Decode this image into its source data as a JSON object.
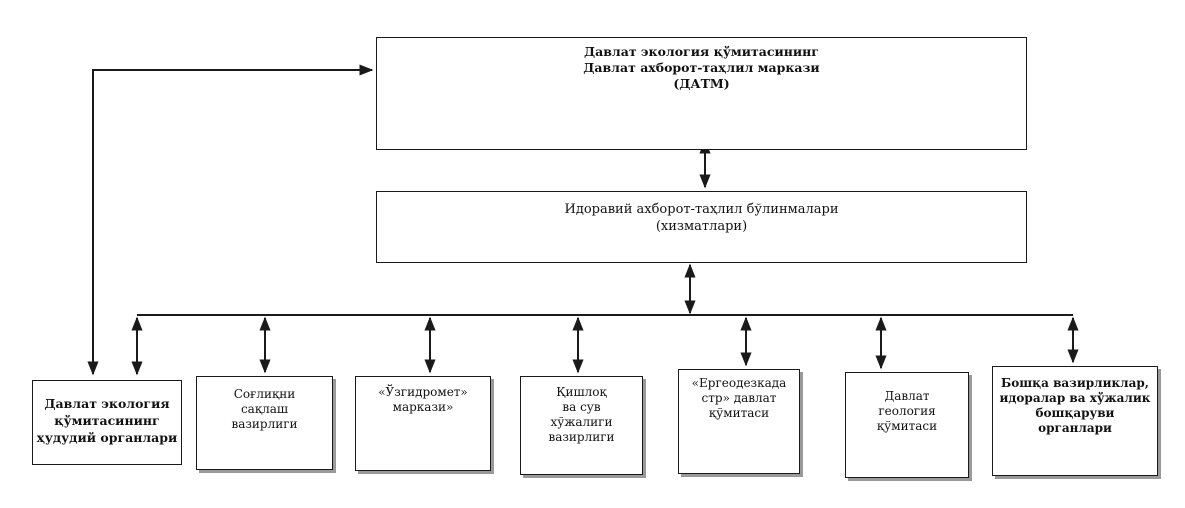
{
  "diagram": {
    "top_box": {
      "line1": "Давлат экология қўмитасининг",
      "line2": "Давлат ахборот-таҳлил маркази",
      "line3": "(ДАТМ)"
    },
    "middle_box": {
      "line1": "Идоравий ахборот-таҳлил бўлинмалари",
      "line2": "(хизматлари)"
    },
    "bottom_boxes": [
      {
        "lines": [
          "Давлат экология",
          "қўмитасининг",
          "ҳудудий органлари"
        ]
      },
      {
        "lines": [
          "Соғлиқни",
          "сақлаш",
          "вазирлиги"
        ]
      },
      {
        "lines": [
          "«Ўзгидромет»",
          "маркази»"
        ]
      },
      {
        "lines": [
          "Қишлоқ",
          "ва сув",
          "хўжалиги",
          "вазирлиги"
        ]
      },
      {
        "lines": [
          "«Ергеодезкада",
          "стр» давлат",
          "қўмитаси"
        ]
      },
      {
        "lines": [
          "Давлат",
          "геология",
          "қўмитаси"
        ]
      },
      {
        "lines": [
          "Бошқа вазирликлар,",
          "идоралар ва хўжалик",
          "бошқаруви",
          "органлари"
        ]
      }
    ],
    "colors": {
      "line": "#1a1a1a",
      "box_border": "#1a1a1a",
      "shadow": "#9a9a9a"
    }
  }
}
